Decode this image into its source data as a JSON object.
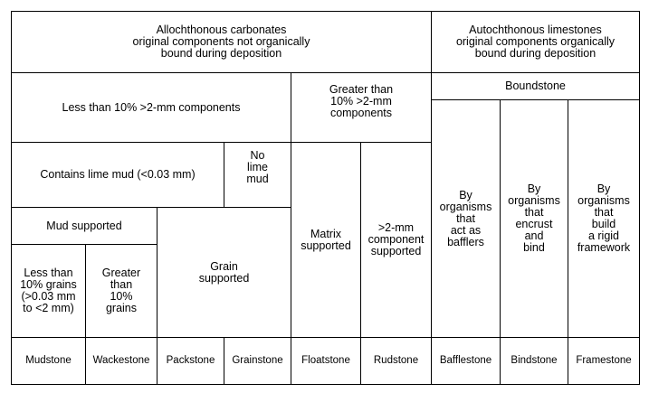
{
  "allochthonous": "Allochthonous carbonates\noriginal components not organically\nbound during deposition",
  "autochthonous": "Autochthonous limestones\noriginal components organically\nbound during deposition",
  "less_than_10": "Less than 10% >2-mm components",
  "greater_than_10": "Greater than\n10% >2-mm\ncomponents",
  "boundstone": "Boundstone",
  "contains_lime_mud": "Contains lime mud (<0.03 mm)",
  "no_lime_mud": "No\nlime\nmud",
  "mud_supported": "Mud supported",
  "grain_supported": "Grain\nsupported",
  "matrix_supported": "Matrix\nsupported",
  "component_supported": ">2-mm\ncomponent\nsupported",
  "less_than_10_grains": "Less than\n10% grains\n(>0.03 mm\nto <2 mm)",
  "greater_than_10_grains": "Greater\nthan\n10%\ngrains",
  "bafflers": "By\norganisms\nthat\nact as\nbafflers",
  "encrust_bind": "By\norganisms\nthat\nencrust\nand\nbind",
  "rigid_framework": "By\norganisms\nthat\nbuild\na rigid\nframework",
  "names": {
    "mudstone": "Mudstone",
    "wackestone": "Wackestone",
    "packstone": "Packstone",
    "grainstone": "Grainstone",
    "floatstone": "Floatstone",
    "rudstone": "Rudstone",
    "bafflestone": "Bafflestone",
    "bindstone": "Bindstone",
    "framestone": "Framestone"
  }
}
